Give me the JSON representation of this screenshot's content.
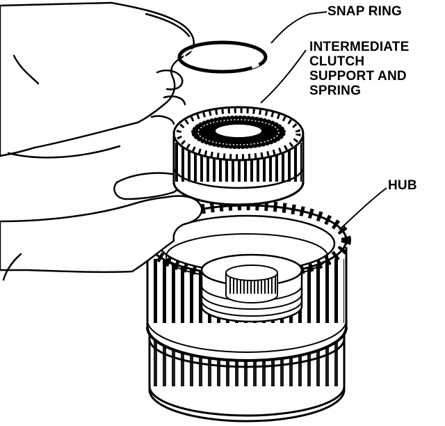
{
  "callouts": {
    "snap_ring": "SNAP RING",
    "support": {
      "line1": "INTERMEDIATE",
      "line2": "CLUTCH",
      "line3": "SUPPORT AND",
      "line4": "SPRING"
    },
    "hub": "HUB"
  }
}
